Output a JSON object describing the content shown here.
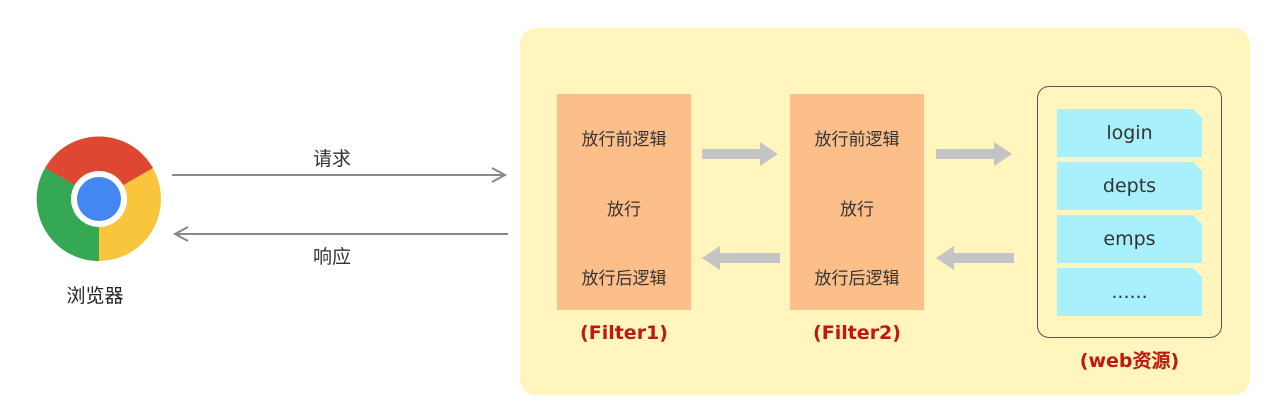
{
  "browser": {
    "label": "浏览器",
    "icon": "chrome-icon"
  },
  "arrows": {
    "request_label": "请求",
    "response_label": "响应"
  },
  "filters": [
    {
      "pre": "放行前逻辑",
      "pass": "放行",
      "post": "放行后逻辑",
      "label": "(Filter1)"
    },
    {
      "pre": "放行前逻辑",
      "pass": "放行",
      "post": "放行后逻辑",
      "label": "(Filter2)"
    }
  ],
  "web": {
    "label": "(web资源)",
    "items": [
      "login",
      "depts",
      "emps",
      "......"
    ]
  },
  "colors": {
    "panel": "#fff5bd",
    "filter": "#fdbf8a",
    "resource": "#a8f1fc",
    "label_red": "#c0180c",
    "arrow_gray": "#c4c4c4"
  }
}
